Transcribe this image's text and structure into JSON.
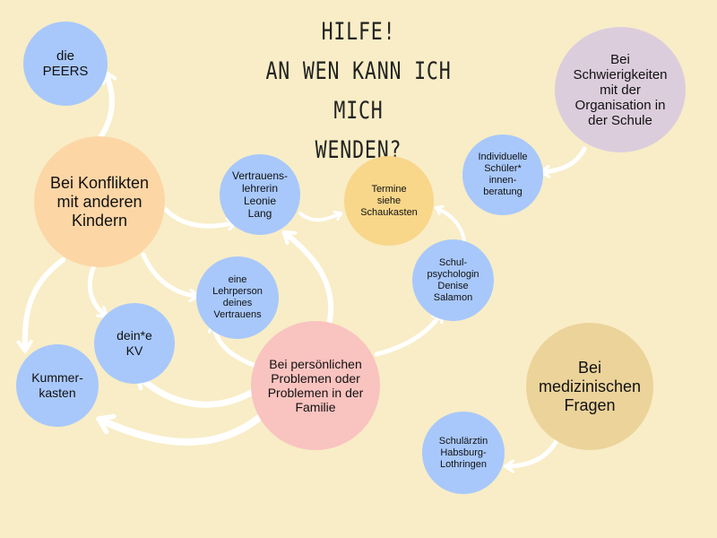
{
  "title": {
    "line1": "HILFE!",
    "line2": "AN WEN KANN ICH MICH",
    "line3": "WENDEN?"
  },
  "nodes": {
    "peers": "die PEERS",
    "konflikte": "Bei Konflikten mit anderen Kindern",
    "vertrauenslehrerin": "Vertrauens-lehrerin Leonie Lang",
    "termine": "Termine siehe Schaukasten",
    "schulerberatung": "Individuelle Schüler* innen-beratung",
    "schwierigkeiten": "Bei Schwierigkeiten mit der Organisation in der Schule",
    "lehrperson": "eine Lehrperson deines Vertrauens",
    "schulpsychologin": "Schul-psychologin Denise Salamon",
    "kv": "dein*e KV",
    "kummerkasten": "Kummer-kasten",
    "probleme": "Bei persönlichen Problemen oder Problemen in der Familie",
    "medizinisch": "Bei medizinischen Fragen",
    "schulaerztin": "Schulärztin Habsburg-Lothringen"
  },
  "colors": {
    "background": "#f8edc6",
    "blue": "#a8c8fb",
    "orange": "#fdd6a6",
    "pink": "#f9c3c0",
    "purple": "#dccddd",
    "tan": "#ebd39a",
    "yellow": "#f8d68a",
    "arrow": "#ffffff"
  }
}
